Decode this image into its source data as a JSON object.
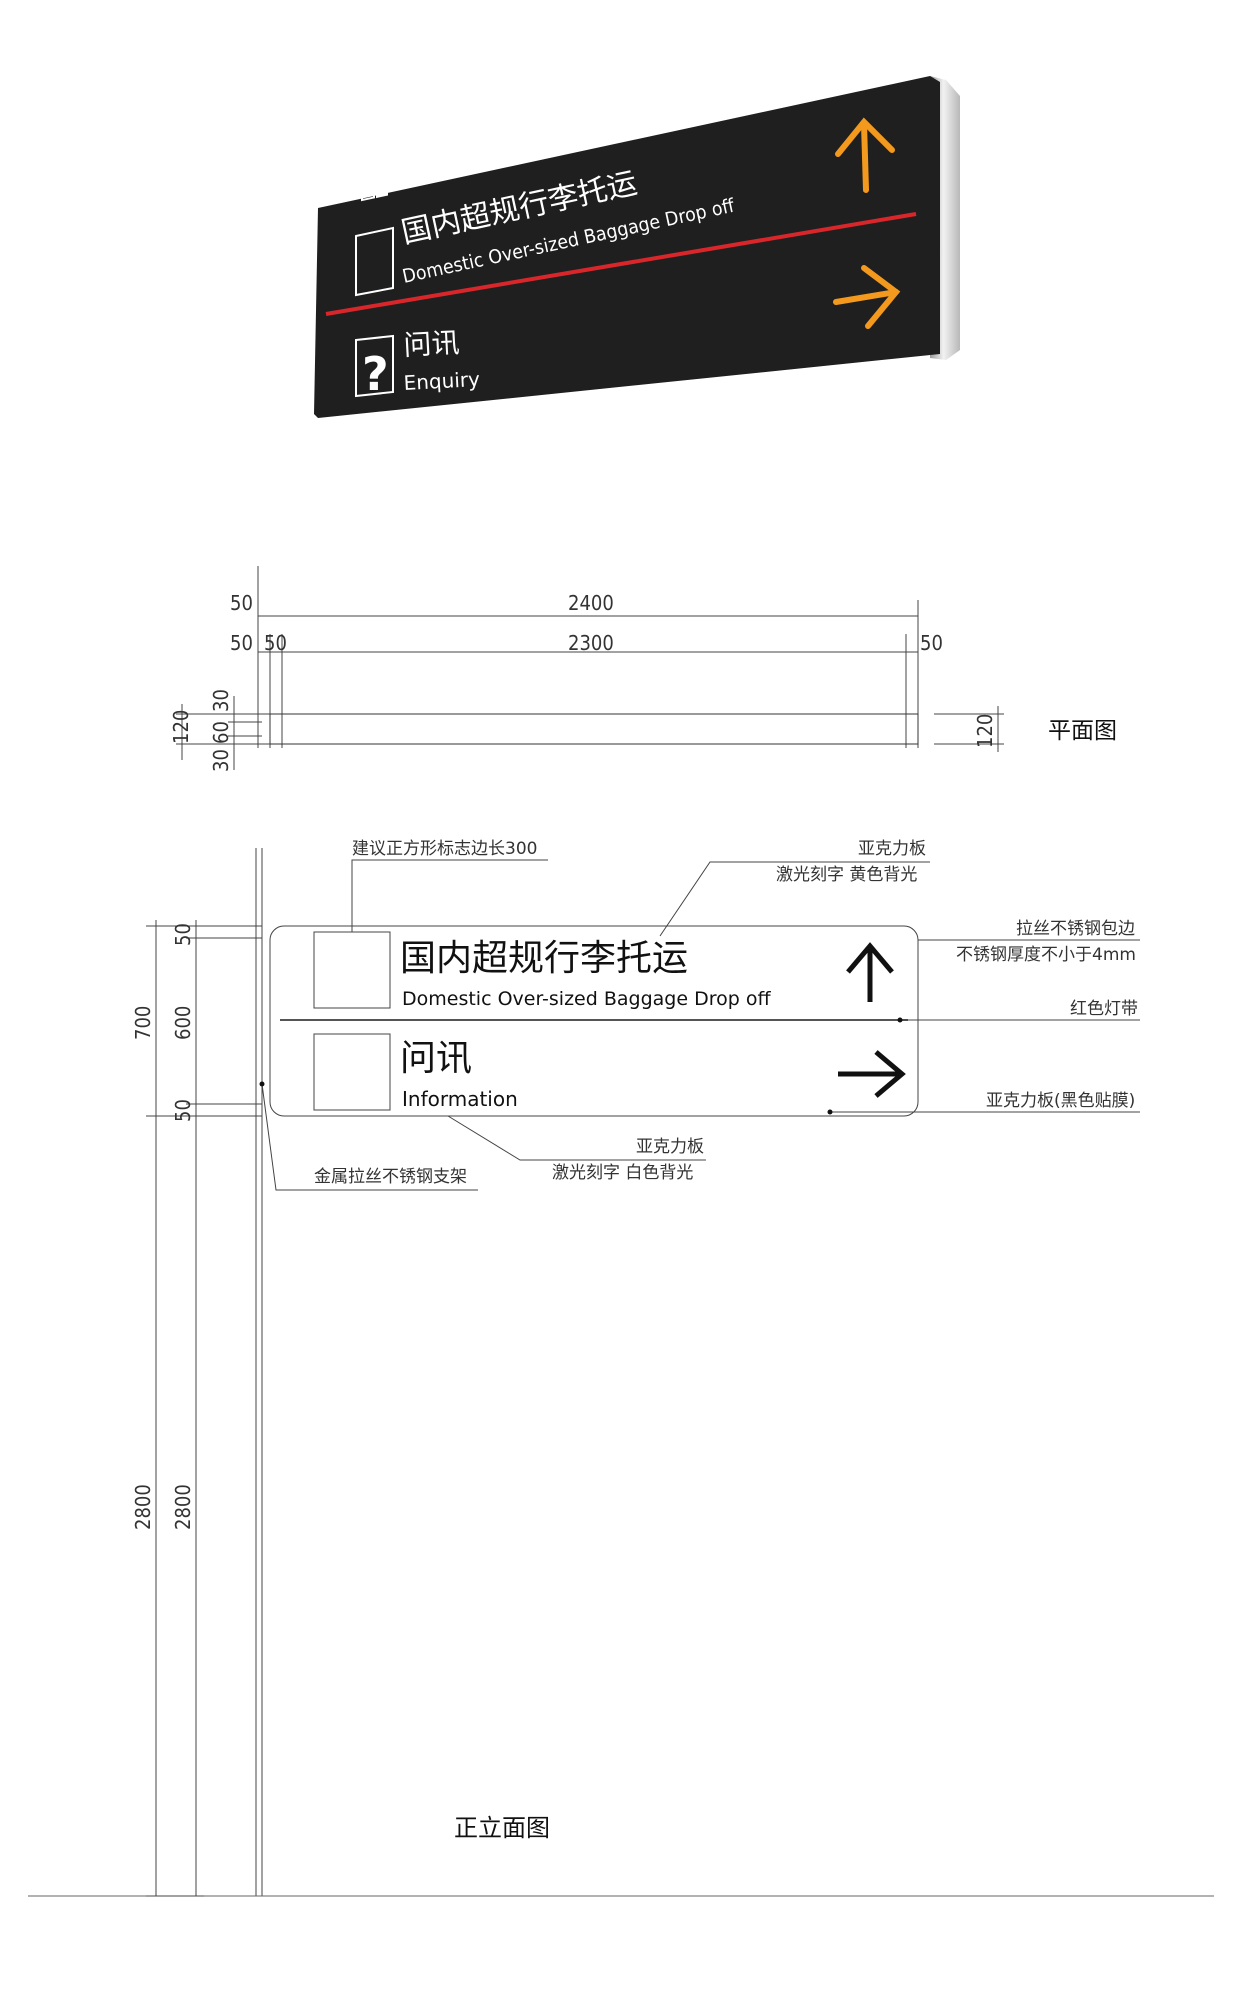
{
  "sign_render": {
    "row1_zh": "国内超规行李托运",
    "row1_en": "Domestic Over-sized Baggage Drop off",
    "row2_zh": "问讯",
    "row2_en": "Enquiry",
    "arrow_color": "#F39A1E",
    "stripe_color": "#D9262B",
    "panel_color": "#1F1F1F"
  },
  "plan_view": {
    "dim_total_width": "2400",
    "dim_inner_width": "2300",
    "dim_left_outer": "50",
    "dim_left_2a": "50",
    "dim_left_2b": "50",
    "dim_right": "50",
    "dim_depth": "120",
    "dim_v_30_top": "30",
    "dim_v_60": "60",
    "dim_v_30_bottom": "30",
    "dim_right_depth": "120",
    "label": "平面图"
  },
  "elevation": {
    "panel_row1_zh": "国内超规行李托运",
    "panel_row1_en": "Domestic Over-sized Baggage Drop off",
    "panel_row2_zh": "问讯",
    "panel_row2_en": "Information",
    "note_square": "建议正方形标志边长300",
    "note_acrylic_top_1": "亚克力板",
    "note_acrylic_top_2": "激光刻字  黄色背光",
    "note_edge_1": "拉丝不锈钢包边",
    "note_edge_2": "不锈钢厚度不小于4mm",
    "note_red_light": "红色灯带",
    "note_black_film": "亚克力板(黑色贴膜)",
    "note_acrylic_bottom_1": "亚克力板",
    "note_acrylic_bottom_2": "激光刻字  白色背光",
    "note_bracket": "金属拉丝不锈钢支架",
    "dim_700": "700",
    "dim_50_top": "50",
    "dim_600": "600",
    "dim_50_bottom": "50",
    "dim_2800_a": "2800",
    "dim_2800_b": "2800",
    "label": "正立面图"
  }
}
